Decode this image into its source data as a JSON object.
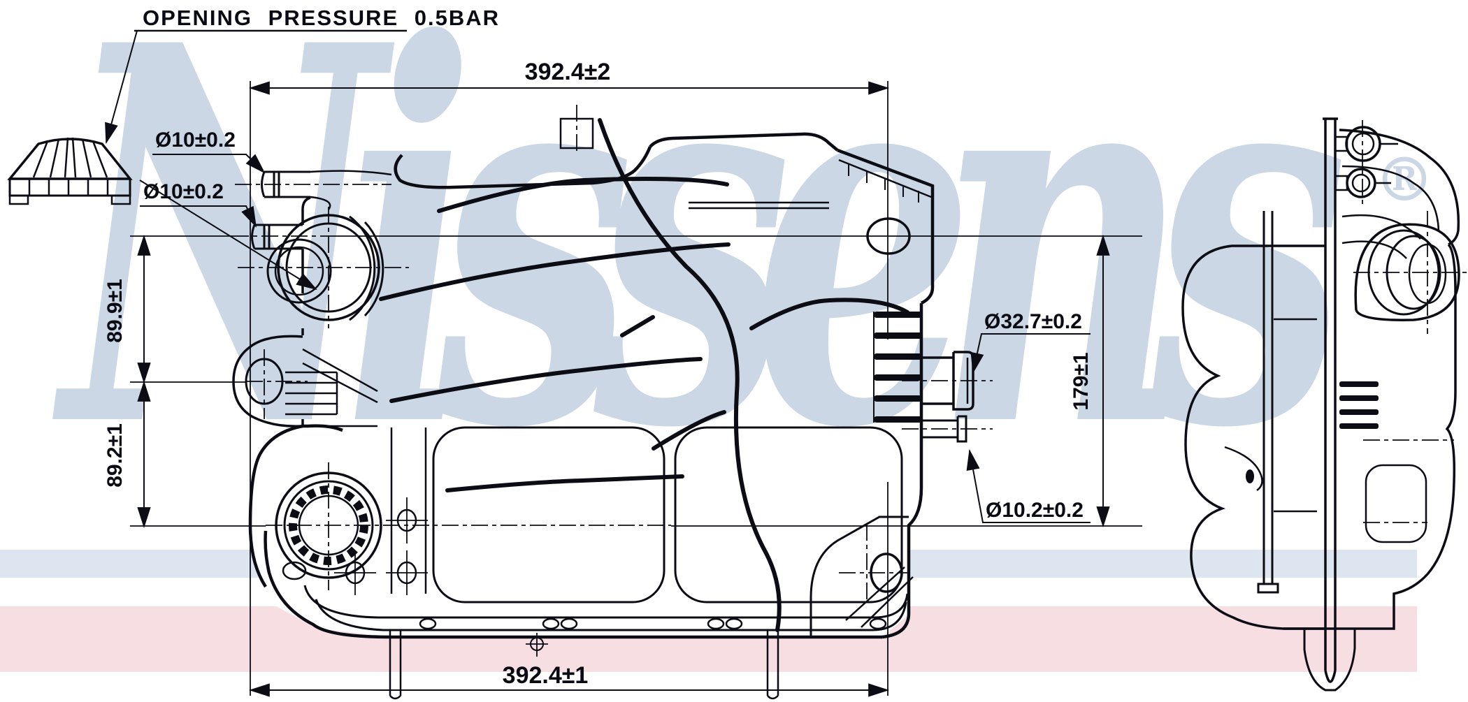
{
  "drawing": {
    "type": "technical-drawing",
    "views": {
      "front_view": "expansion tank front view",
      "side_view": "expansion tank side view",
      "cap_view": "pressure cap"
    },
    "watermark": {
      "brand": "Nissens",
      "registered": "®"
    },
    "labels": {
      "opening_pressure": "OPENING PRESSURE 0.5BAR",
      "dim_width_top": "392.4±2",
      "dim_width_bottom": "392.4±1",
      "dim_port_upper": "Ø10±0.2",
      "dim_port_lower": "Ø10±0.2",
      "dim_height_upper": "89.9±1",
      "dim_height_lower": "89.2±1",
      "dim_outlet": "Ø32.7±0.2",
      "dim_height_right": "179±1",
      "dim_drain": "Ø10.2±0.2"
    },
    "colors": {
      "line": "#0c0c14",
      "label_text": "#0a0a12",
      "watermark": "#cbd7e5",
      "band_blue": "#dde6f0",
      "band_pink": "#f6dee3",
      "background": "#ffffff"
    }
  }
}
